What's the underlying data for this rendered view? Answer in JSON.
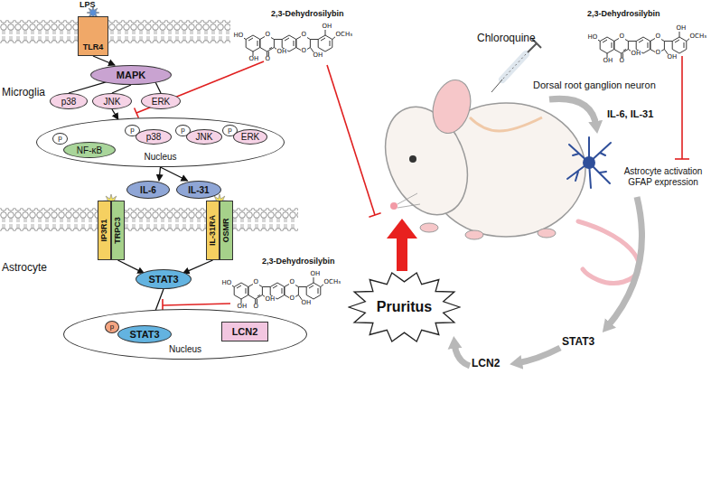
{
  "diagram": {
    "nodes": [
      {
        "text": [
          "TLR4"
        ]
      },
      {
        "text": [
          "MAPK"
        ]
      },
      {
        "text": [
          "p38"
        ]
      },
      {
        "text": [
          "JNK"
        ]
      },
      {
        "text": [
          "ERK"
        ]
      },
      {
        "text": [
          "Nucleus"
        ]
      },
      {
        "text": [
          "p"
        ],
        "in": 5
      },
      {
        "text": [
          "NF-κB"
        ],
        "in": 5
      },
      {
        "text": [
          "p"
        ],
        "in": 5
      },
      {
        "text": [
          "p38"
        ],
        "in": 5
      },
      {
        "text": [
          "p"
        ],
        "in": 5
      },
      {
        "text": [
          "JNK"
        ],
        "in": 5
      },
      {
        "text": [
          "p"
        ],
        "in": 5
      },
      {
        "text": [
          "ERK"
        ],
        "in": 5
      },
      {
        "text": [
          "IL-6"
        ]
      },
      {
        "text": [
          "IL-31"
        ]
      },
      {
        "text": [
          "IP3R1"
        ]
      },
      {
        "text": [
          "TRPC3"
        ]
      },
      {
        "text": [
          "IL-31RA"
        ]
      },
      {
        "text": [
          "OSMR"
        ]
      },
      {
        "text": [
          "STAT3"
        ]
      },
      {
        "text": [
          "Nucleus"
        ]
      },
      {
        "text": [
          "p"
        ],
        "in": 21
      },
      {
        "text": [
          "STAT3"
        ],
        "in": 21
      },
      {
        "text": [
          "LCN2"
        ],
        "in": 21
      },
      {
        "text": [
          "Pruritus"
        ]
      }
    ],
    "edges": [
      {
        "from": 0,
        "to": 1,
        "arrow": "to"
      },
      {
        "from": 1,
        "to": 2,
        "arrow": "none"
      },
      {
        "from": 1,
        "to": 3,
        "arrow": "none"
      },
      {
        "from": 1,
        "to": 4,
        "arrow": "none"
      },
      {
        "from": 3,
        "to": 5,
        "arrow": "to"
      },
      {
        "from": 5,
        "to": 14,
        "arrow": "to"
      },
      {
        "from": 5,
        "to": 15,
        "arrow": "to"
      },
      {
        "from": 17,
        "to": 20,
        "arrow": "to"
      },
      {
        "from": 18,
        "to": 20,
        "arrow": "to"
      },
      {
        "from": 20,
        "to": 23,
        "arrow": "to"
      },
      {
        "from": 23,
        "to": 24,
        "arrow": "to"
      }
    ],
    "labels": [
      "LPS",
      "Microglia",
      "Astrocyte",
      "2,3-Dehydrosilybin",
      "2,3-Dehydrosilybin",
      "2,3-Dehydrosilybin",
      "Chloroquine",
      "Dorsal root ganglion neuron",
      "IL-6, IL-31",
      "Astrocyte activation GFAP expression",
      "STAT3",
      "LCN2",
      "O",
      "OH",
      "HO",
      "OH",
      "O",
      "O",
      "O",
      "OH",
      "OH",
      "OCH₃",
      "O",
      "OH",
      "HO",
      "OH",
      "O",
      "O",
      "O",
      "OH",
      "OH",
      "OCH₃",
      "O",
      "OH",
      "HO",
      "OH",
      "O",
      "O",
      "O",
      "OH",
      "OH",
      "OCH₃"
    ]
  }
}
